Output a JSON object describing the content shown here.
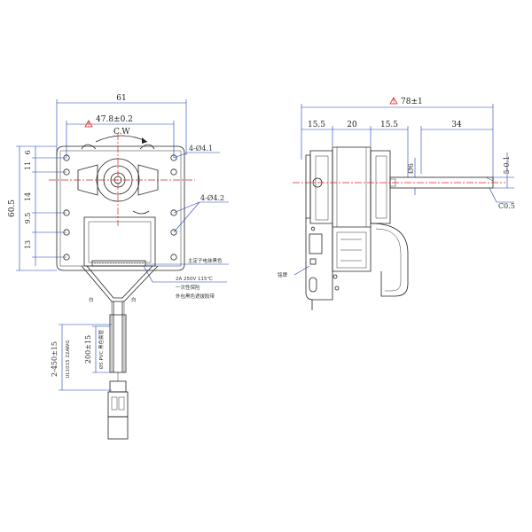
{
  "front_view": {
    "dim_total_width": "61",
    "dim_hole_spacing": "47.8±0.2",
    "rotation": "C.W",
    "hole_spec_top": "4-Ø4.1",
    "hole_spec_bottom": "4-Ø4.2",
    "dim_total_height": "60.5",
    "dim_v_6": "6",
    "dim_v_11": "11",
    "dim_v_14": "14",
    "dim_v_9_5": "9.5",
    "dim_v_13": "13",
    "lead_length_total": "2-450±15",
    "lead_spec": "UL1015 22AWG",
    "sleeve_length": "200±15",
    "sleeve_spec": "Ø5 PVC 黑色套管",
    "note_coil": "主定子电抹黑色",
    "note_fuse": "2A 250V 115℃",
    "note_fuse_2": "一次性保险",
    "note_tape": "外包黑色遮拔胶带",
    "lead_label_left": "白",
    "lead_label_right": "白"
  },
  "side_view": {
    "dim_total_length": "78±1",
    "dim_15_5_a": "15.5",
    "dim_20": "20",
    "dim_15_5_b": "15.5",
    "dim_34": "34",
    "dim_shaft_dia": "Ø6",
    "dim_flat": "5-0.1",
    "dim_chamfer": "C0.5",
    "label_nameplate": "铭牌"
  },
  "colors": {
    "line": "#222222",
    "dimension_blue": "#1a3fb8",
    "centerline_red": "#dd2222"
  }
}
